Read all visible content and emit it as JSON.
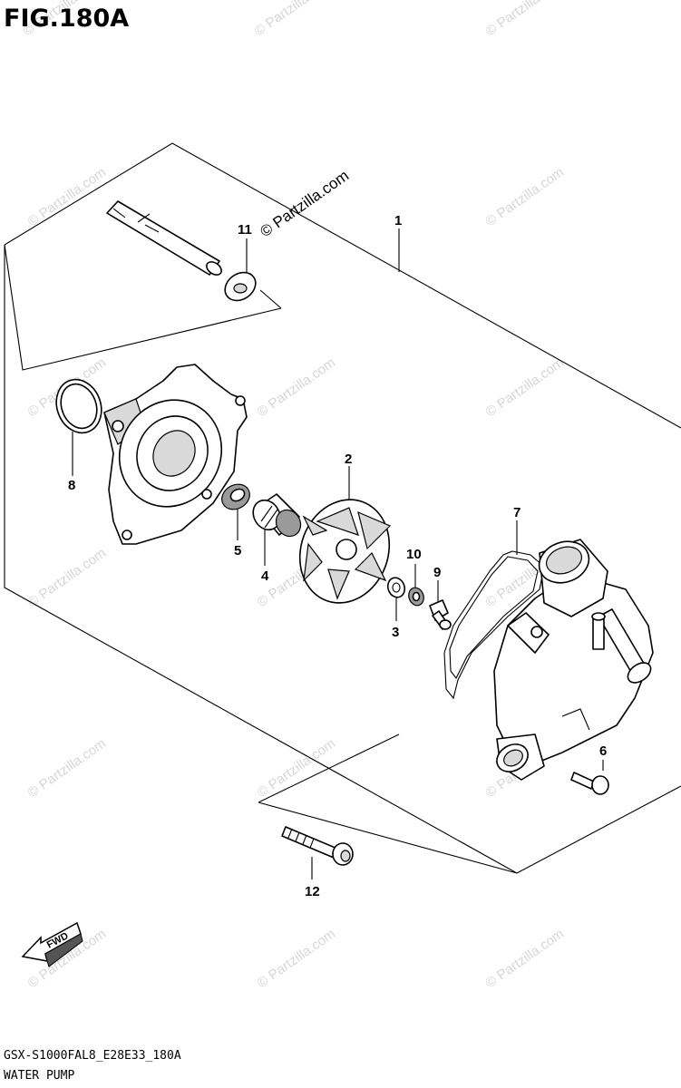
{
  "figure": {
    "title": "FIG.180A",
    "model_code": "GSX-S1000FAL8_E28E33_180A",
    "assembly_name": "WATER PUMP",
    "direction_label": "FWD"
  },
  "watermark": {
    "text": "© Partzilla.com",
    "color": "#d6d6d6"
  },
  "callouts": [
    {
      "id": "callout-1",
      "label": "1"
    },
    {
      "id": "callout-2",
      "label": "2"
    },
    {
      "id": "callout-3",
      "label": "3"
    },
    {
      "id": "callout-4",
      "label": "4"
    },
    {
      "id": "callout-5",
      "label": "5"
    },
    {
      "id": "callout-6",
      "label": "6"
    },
    {
      "id": "callout-7",
      "label": "7"
    },
    {
      "id": "callout-8",
      "label": "8"
    },
    {
      "id": "callout-9",
      "label": "9"
    },
    {
      "id": "callout-10",
      "label": "10"
    },
    {
      "id": "callout-11",
      "label": "11"
    },
    {
      "id": "callout-12",
      "label": "12"
    }
  ]
}
